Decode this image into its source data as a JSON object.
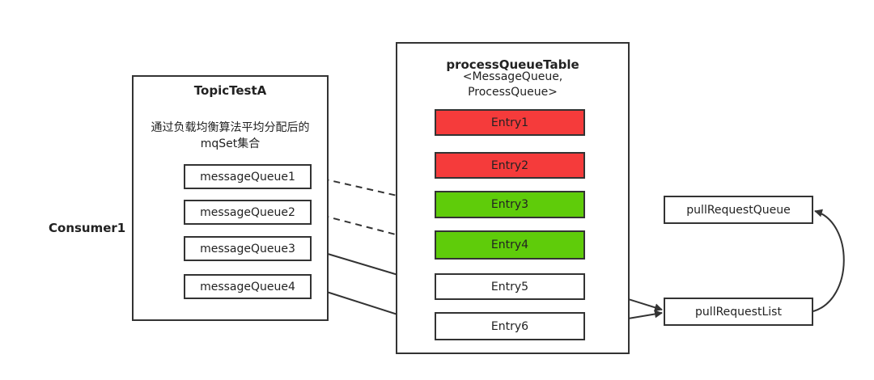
{
  "consumer": {
    "label": "Consumer1"
  },
  "topic": {
    "title": "TopicTestA",
    "description_line1": "通过负载均衡算法平均分配后的",
    "description_line2": "mqSet集合",
    "queues": [
      "messageQueue1",
      "messageQueue2",
      "messageQueue3",
      "messageQueue4"
    ]
  },
  "process_table": {
    "title": "processQueueTable",
    "subtitle_line1": "<MessageQueue,",
    "subtitle_line2": "ProcessQueue>",
    "entries": [
      {
        "label": "Entry1",
        "status": "red"
      },
      {
        "label": "Entry2",
        "status": "red"
      },
      {
        "label": "Entry3",
        "status": "green"
      },
      {
        "label": "Entry4",
        "status": "green"
      },
      {
        "label": "Entry5",
        "status": "white"
      },
      {
        "label": "Entry6",
        "status": "white"
      }
    ]
  },
  "pull": {
    "queue_label": "pullRequestQueue",
    "list_label": "pullRequestList"
  },
  "colors": {
    "red": "#f53b3b",
    "green": "#5fcc0a",
    "white": "#ffffff",
    "stroke": "#333333"
  }
}
